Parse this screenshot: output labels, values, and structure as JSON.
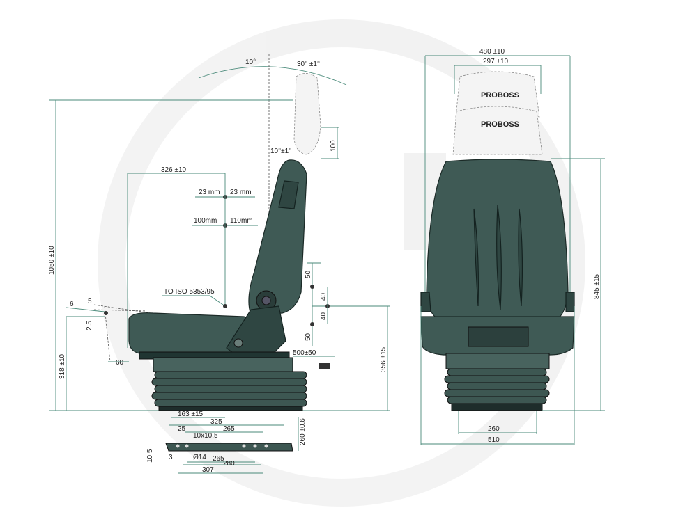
{
  "side_view": {
    "angles": {
      "back_left": "10°",
      "back_right": "30° ±1°",
      "head": "10°±1°"
    },
    "headrest_height": "100",
    "total_height": "1050 ±10",
    "horizontal_travel": "326 ±10",
    "fore_aft_small": {
      "left": "23 mm",
      "right": "23 mm"
    },
    "fore_aft_large": {
      "left": "100mm",
      "right": "110mm"
    },
    "iso_label": "TO ISO 5353/95",
    "tilt_6": "6",
    "tilt_5": "5",
    "tilt_25": "2.5",
    "cushion_angle": "60",
    "lumbar_50_top": "50",
    "lumbar_40_top": "40",
    "lumbar_40_bot": "40",
    "lumbar_50_bot": "50",
    "cable_length": "500±50",
    "seat_height": "318 ±10",
    "suspension_height": "356 ±15",
    "front_offset": "163 ±15"
  },
  "base_plate": {
    "width_325": "325",
    "d25": "25",
    "d265_top": "265",
    "slot": "10x10.5",
    "hole": "Ø14",
    "d3": "3",
    "d105": "10.5",
    "d265_bot": "265",
    "d280": "280",
    "d307": "307",
    "height": "260 ±0.6"
  },
  "front_view": {
    "outer_width": "480 ±10",
    "inner_width": "297 ±10",
    "brand_top": "PROBOSS",
    "brand_bottom": "PROBOSS",
    "back_height": "845 ±15",
    "base_width": "260",
    "total_width": "510"
  }
}
